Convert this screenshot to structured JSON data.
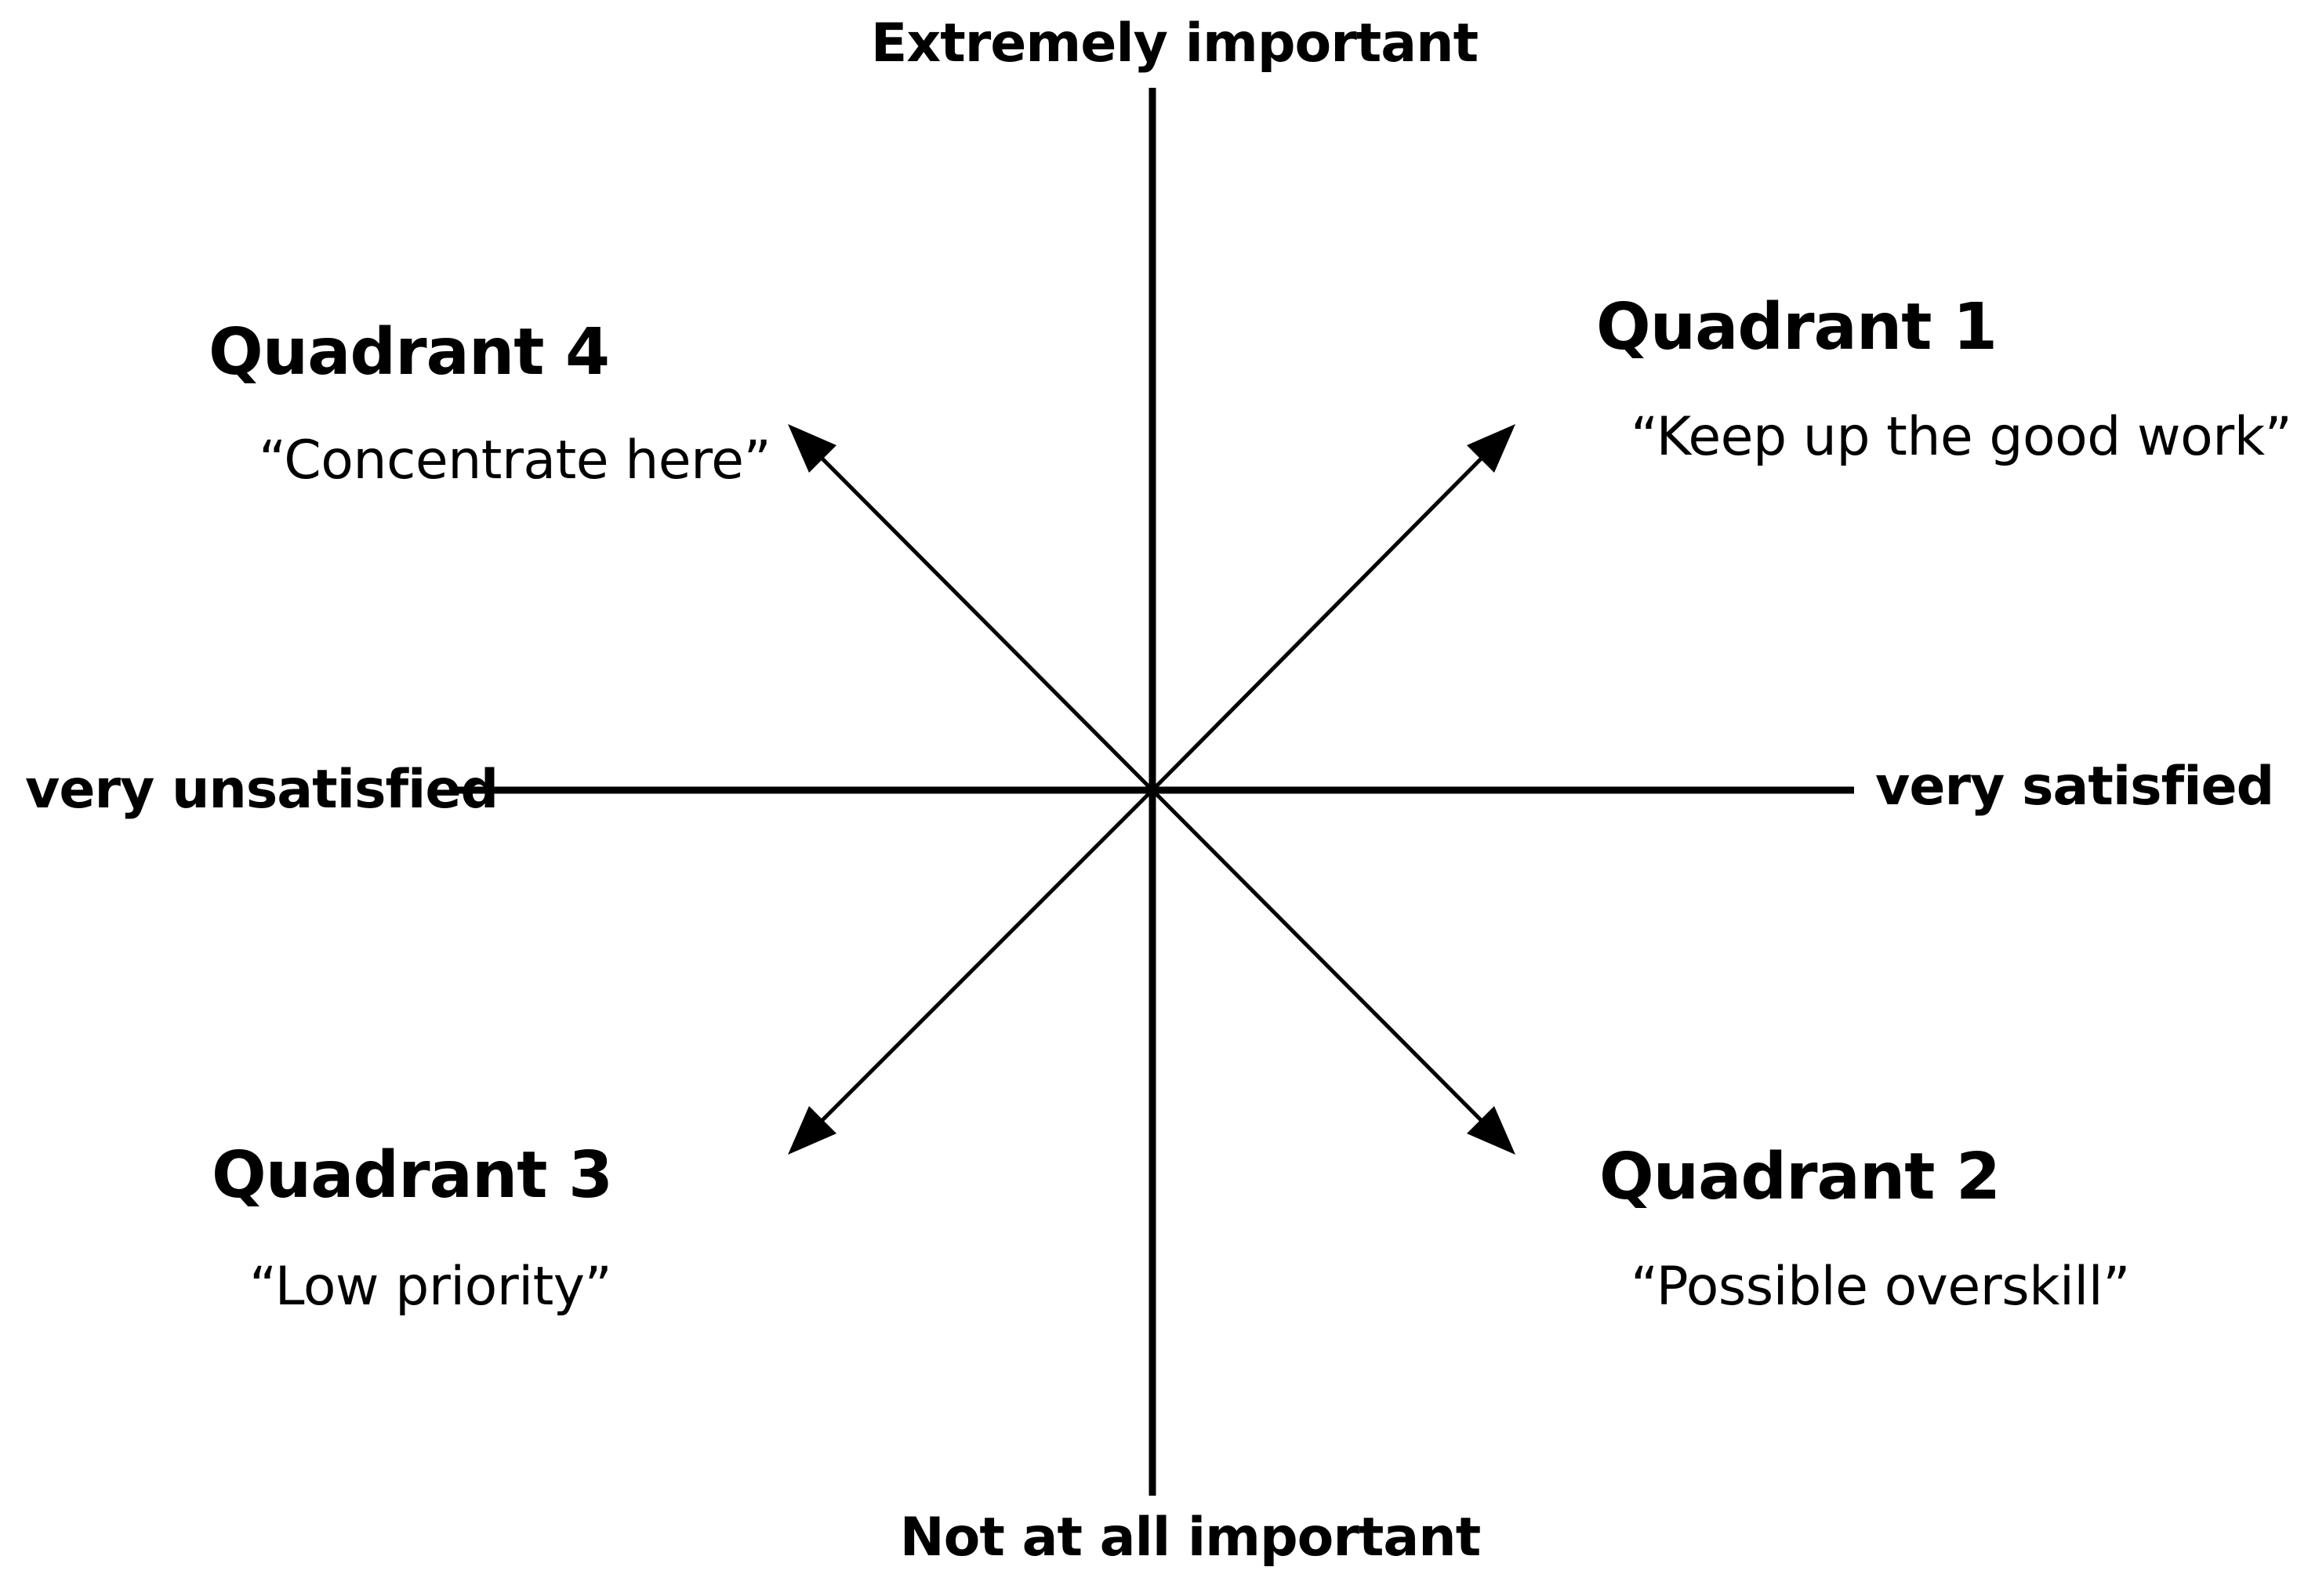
{
  "axes": {
    "top": "Extremely important",
    "bottom": "Not at all important",
    "left": "very unsatisfied",
    "right": "very satisfied"
  },
  "quadrants": [
    {
      "title": "Quadrant 1",
      "subtitle": "“Keep up the good work”"
    },
    {
      "title": "Quadrant 2",
      "subtitle": "“Possible overskill”"
    },
    {
      "title": "Quadrant 3",
      "subtitle": "“Low priority”"
    },
    {
      "title": "Quadrant 4",
      "subtitle": "“Concentrate here”"
    }
  ],
  "colors": {
    "ink": "#000000",
    "background": "#ffffff"
  }
}
